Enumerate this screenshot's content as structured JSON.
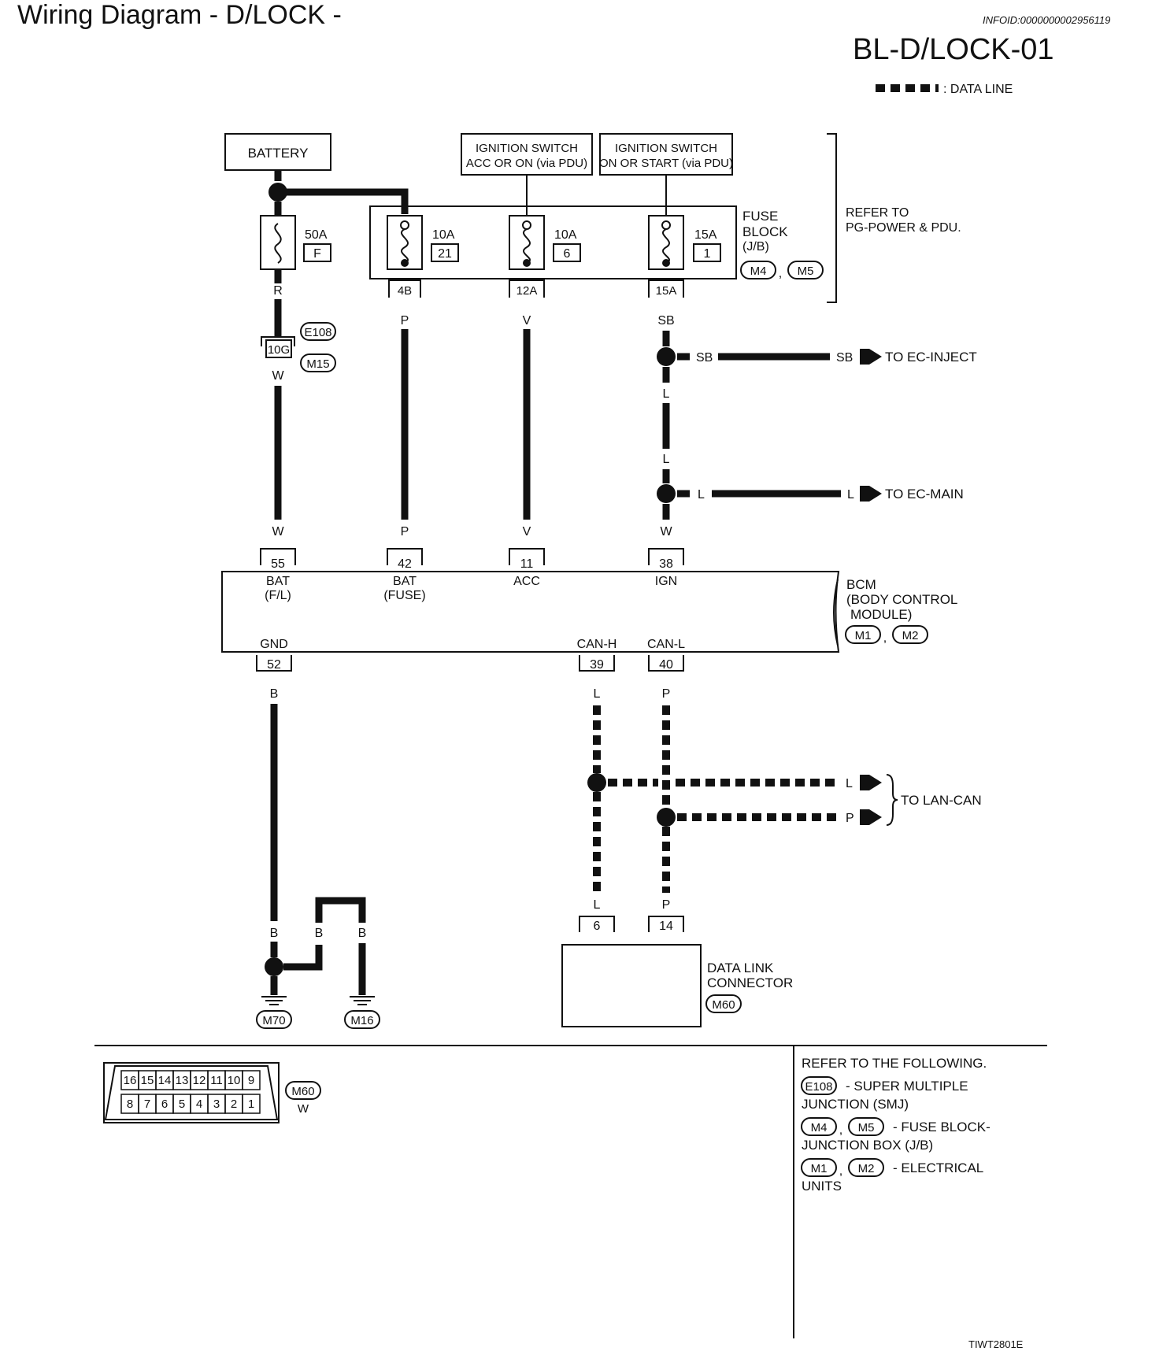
{
  "header": {
    "title": "Wiring Diagram - D/LOCK -",
    "info_id": "INFOID:0000000002956119",
    "diagram_code": "BL-D/LOCK-01",
    "legend_label": ": DATA LINE"
  },
  "power_sources": {
    "battery": "BATTERY",
    "ign_acc_l1": "IGNITION SWITCH",
    "ign_acc_l2": "ACC OR ON (via PDU)",
    "ign_on_l1": "IGNITION SWITCH",
    "ign_on_l2": "ON OR START (via PDU)",
    "refer_l1": "REFER TO",
    "refer_l2": "PG-POWER & PDU."
  },
  "fuses": {
    "main_amp": "50A",
    "main_id": "F",
    "f1_amp": "10A",
    "f1_id": "21",
    "f2_amp": "10A",
    "f2_id": "6",
    "f3_amp": "15A",
    "f3_id": "1",
    "block_l1": "FUSE",
    "block_l2": "BLOCK",
    "block_l3": "(J/B)",
    "conn_a": "M4",
    "conn_b": "M5",
    "term_1": "4B",
    "term_2": "12A",
    "term_3": "15A",
    "comma": ","
  },
  "wires": {
    "R": "R",
    "W": "W",
    "P": "P",
    "V": "V",
    "SB": "SB",
    "L": "L",
    "B": "B"
  },
  "smj": {
    "conn_top": "E108",
    "conn_bottom": "M15",
    "terminal": "10G"
  },
  "branches": {
    "ec_inject": "TO EC-INJECT",
    "ec_main": "TO EC-MAIN",
    "lan_can": "TO LAN-CAN"
  },
  "bcm": {
    "t55": "55",
    "t42": "42",
    "t11": "11",
    "t38": "38",
    "bat_fl_1": "BAT",
    "bat_fl_2": "(F/L)",
    "bat_fuse_1": "BAT",
    "bat_fuse_2": "(FUSE)",
    "acc": "ACC",
    "ign": "IGN",
    "gnd": "GND",
    "canh": "CAN-H",
    "canl": "CAN-L",
    "t52": "52",
    "t39": "39",
    "t40": "40",
    "name_1": "BCM",
    "name_2": "(BODY CONTROL",
    "name_3": "MODULE)",
    "conn_a": "M1",
    "conn_b": "M2"
  },
  "grounds": {
    "g1": "M70",
    "g2": "M16"
  },
  "dlc": {
    "t6": "6",
    "t14": "14",
    "name_1": "DATA LINK",
    "name_2": "CONNECTOR",
    "conn": "M60"
  },
  "connector_view": {
    "top_pins": [
      "16",
      "15",
      "14",
      "13",
      "12",
      "11",
      "10",
      "9"
    ],
    "bottom_pins": [
      "8",
      "7",
      "6",
      "5",
      "4",
      "3",
      "2",
      "1"
    ],
    "conn": "M60",
    "color": "W"
  },
  "references": {
    "heading": "REFER TO THE FOLLOWING.",
    "e108": "E108",
    "e108_desc_1": "- SUPER MULTIPLE",
    "e108_desc_2": "JUNCTION (SMJ)",
    "m4": "M4",
    "m5": "M5",
    "jb_desc_1": "- FUSE BLOCK-",
    "jb_desc_2": "JUNCTION BOX (J/B)",
    "m1": "M1",
    "m2": "M2",
    "eu_desc_1": "- ELECTRICAL",
    "eu_desc_2": "UNITS"
  },
  "footer": {
    "code": "TIWT2801E"
  }
}
